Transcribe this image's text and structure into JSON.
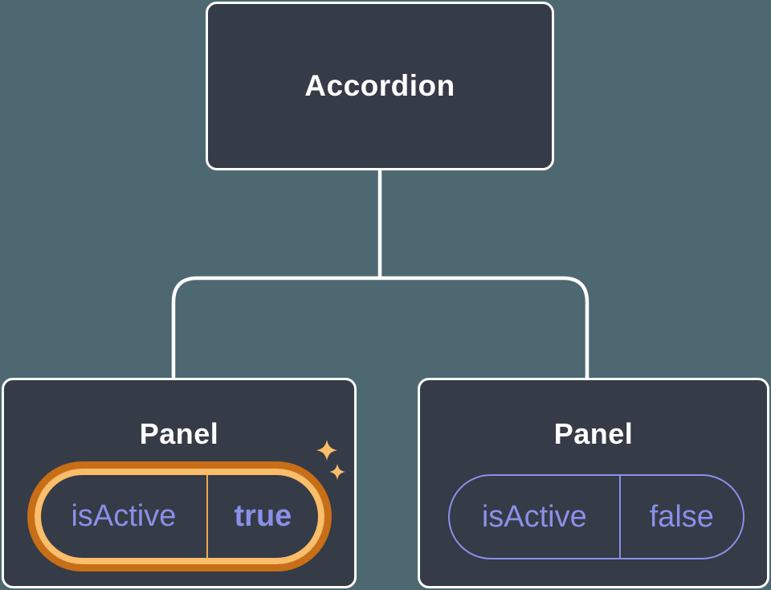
{
  "diagram": {
    "root": {
      "label": "Accordion"
    },
    "panels": [
      {
        "label": "Panel",
        "prop_name": "isActive",
        "prop_value": "true",
        "highlighted": true
      },
      {
        "label": "Panel",
        "prop_name": "isActive",
        "prop_value": "false",
        "highlighted": false
      }
    ]
  },
  "icons": {
    "sparkles": "sparkles-icon"
  },
  "colors": {
    "background": "#4D6870",
    "node_fill": "#353B47",
    "node_border": "#FFFFFF",
    "connector": "#FFFFFF",
    "title_text": "#FFFFFF",
    "prop_text": "#8A8FE8",
    "highlight_ring_outer": "#C76E17",
    "highlight_ring_inner": "#FABD69",
    "highlight_divider": "#EDA94F",
    "sparkle": "#FABD69"
  }
}
